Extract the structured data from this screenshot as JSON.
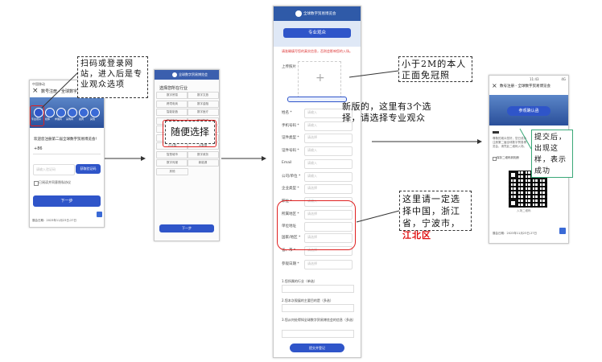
{
  "callouts": {
    "scan_login": "扫码或登录网站，进入后是专业观众选项",
    "choose_any": "随便选择",
    "photo_note": "小于2M的本人正面免冠照",
    "new_version": "新版的，这里有3个选择，请选择专业观众",
    "region_prefix": "这里请一定选择中国，浙江省，宁波市，",
    "region_highlight": "江北区",
    "submit_success": "提交后，出现这样，表示成功"
  },
  "phone1": {
    "status_left": "中国移动",
    "status_right": "09:41",
    "close_glyph": "×",
    "title": "数号注册 - 全球数字贸易博览会",
    "tabs": [
      "专业观众",
      "媒体",
      "参展商",
      "采购商",
      "嘉宾",
      "其他"
    ],
    "welcome": "欢迎您注册第二届全球数字贸易博览会!",
    "country_code": "+86",
    "code_placeholder": "请输入验证码",
    "get_code": "获取验证码",
    "agree": "已阅读并同意隐私协议",
    "next": "下一步",
    "footer": "展会日期：2023年11月23日-27日"
  },
  "phone2": {
    "header": "全球数字贸易博览会",
    "title": "选择您所在行业",
    "options": [
      "数字贸易",
      "数字文旅",
      "跨境电商",
      "数字金融",
      "智能制造",
      "数字医疗",
      "数字农业",
      "数字物流",
      "数字教育",
      "人工智能",
      "工业互联网",
      "区块链",
      "云计算",
      "大数据",
      "智慧城市",
      "数字政务",
      "数字传媒",
      "新能源",
      "其他"
    ],
    "next": "下一步"
  },
  "phone3": {
    "header": "全球数字贸易博览会",
    "title": "专业观众",
    "notice": "请准确填写您的真实信息，否则会影响您的入场。",
    "photo_label": "上传照片",
    "plus": "+",
    "fields": [
      {
        "label": "姓名 *",
        "ph": "请输入"
      },
      {
        "label": "手机号码 *",
        "ph": "请输入"
      },
      {
        "label": "证件类型 *",
        "ph": "请选择"
      },
      {
        "label": "证件号码 *",
        "ph": "请输入"
      },
      {
        "label": "Email",
        "ph": "请输入"
      },
      {
        "label": "公司/单位 *",
        "ph": "请输入"
      },
      {
        "label": "企业类型 *",
        "ph": "请选择"
      },
      {
        "label": "职位 *",
        "ph": "请输入"
      },
      {
        "label": "所属地区 *",
        "ph": "请选择"
      },
      {
        "label": "单位地址",
        "ph": ""
      },
      {
        "label": "国家/地区 *",
        "ph": "请选择"
      },
      {
        "label": "省、市 *",
        "ph": "请选择"
      },
      {
        "label": "参观日期 *",
        "ph": "请选择"
      }
    ],
    "questions": [
      "1.您所属的行业（单选）",
      "2.您本次观展的主要目的是（多选）",
      "3.您从何处得知全球数字贸易博览会的信息（多选）"
    ],
    "submit": "提交并登记"
  },
  "phone4": {
    "status_left": "11:43",
    "status_right": "4G",
    "close_glyph": "×",
    "title": "数号注册 - 全球数字贸易博览会",
    "banner": "参观确认函",
    "body_text": "尊敬的观众您好，您已成功注册第二届全球数字贸易博览会，请凭此二维码入场。",
    "save_qr": "保存二维码到相册",
    "qr_caption": "入场二维码",
    "footer": "展会日期：2023年11月23日-27日"
  }
}
